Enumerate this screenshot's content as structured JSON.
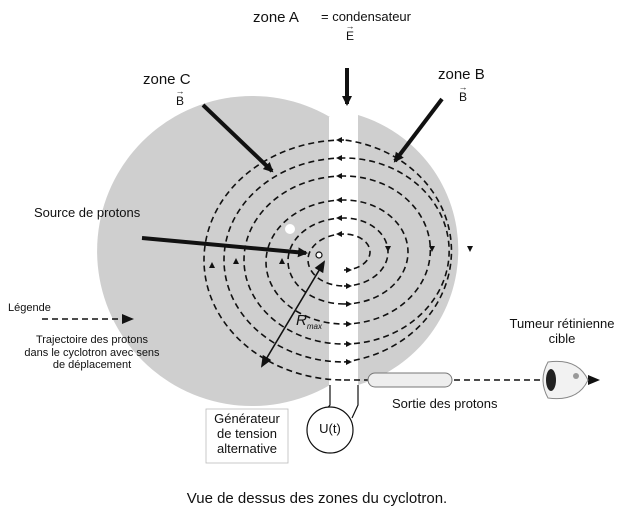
{
  "labels": {
    "zone_a": "zone A",
    "zone_a_def": "= condensateur",
    "field_e": "E",
    "zone_c": "zone C",
    "field_b_left": "B",
    "zone_b": "zone B",
    "field_b_right": "B",
    "source": "Source de protons",
    "legend_title": "Légende",
    "legend_line1": "Trajectoire des protons",
    "legend_line2": "dans le cyclotron avec sens",
    "legend_line3": "de déplacement",
    "rmax_base": "R",
    "rmax_sub": "max",
    "tumor_line1": "Tumeur rétinienne",
    "tumor_line2": "cible",
    "exit": "Sortie des protons",
    "generator_line1": "Générateur",
    "generator_line2": "de tension",
    "generator_line3": "alternative",
    "voltage": "U(t)",
    "caption": "Vue de dessus des zones du cyclotron."
  },
  "colors": {
    "dee_fill": "#cfcfcf",
    "ink": "#111111",
    "box_fill": "#eeeeee"
  }
}
